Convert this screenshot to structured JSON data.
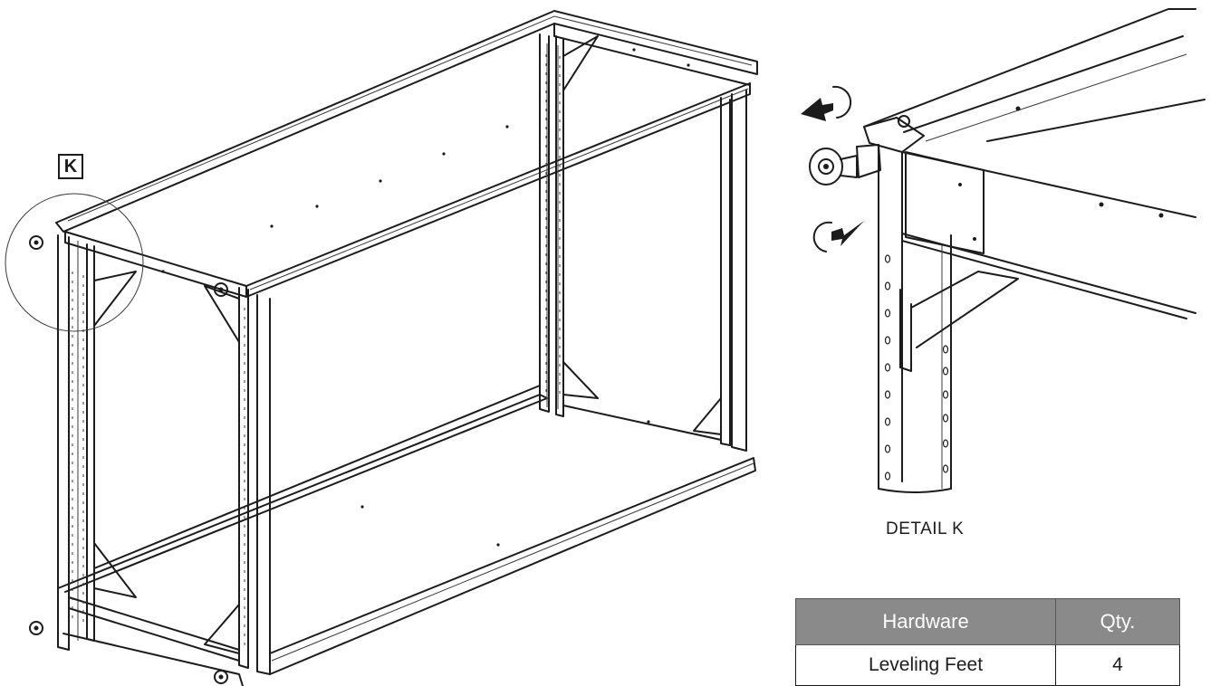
{
  "callout": {
    "label": "K"
  },
  "detail": {
    "caption": "DETAIL K"
  },
  "hardware_table": {
    "headers": [
      "Hardware",
      "Qty."
    ],
    "rows": [
      {
        "hardware": "Leveling Feet",
        "qty": "4"
      }
    ]
  },
  "icons": [
    "leveling-foot-icon",
    "rotate-loosen-arrow-icon",
    "rotate-tighten-arrow-icon"
  ]
}
